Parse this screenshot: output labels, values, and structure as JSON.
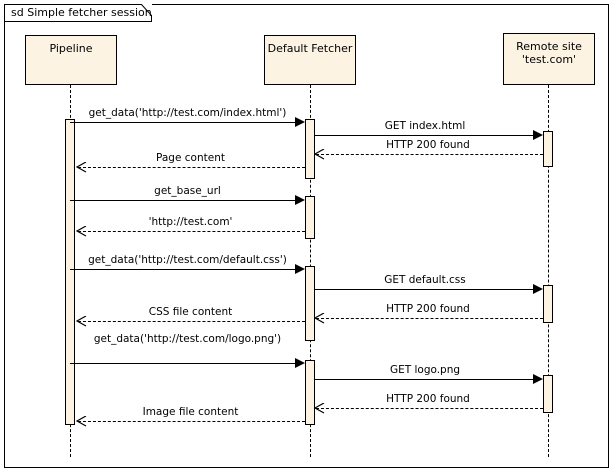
{
  "frame": {
    "label": "sd Simple fetcher session"
  },
  "participants": [
    {
      "id": "pipeline",
      "name": "Pipeline",
      "name_line2": ""
    },
    {
      "id": "fetcher",
      "name": "Default Fetcher",
      "name_line2": ""
    },
    {
      "id": "remote",
      "name": "Remote site",
      "name_line2": "'test.com'"
    }
  ],
  "messages": [
    {
      "id": "m1",
      "label": "get_data('http://test.com/index.html')",
      "kind": "call",
      "from": "pipeline",
      "to": "fetcher"
    },
    {
      "id": "m2",
      "label": "GET index.html",
      "kind": "call",
      "from": "fetcher",
      "to": "remote"
    },
    {
      "id": "m3",
      "label": "HTTP 200 found",
      "kind": "return",
      "from": "remote",
      "to": "fetcher"
    },
    {
      "id": "m4",
      "label": "Page content",
      "kind": "return",
      "from": "fetcher",
      "to": "pipeline"
    },
    {
      "id": "m5",
      "label": "get_base_url",
      "kind": "call",
      "from": "pipeline",
      "to": "fetcher"
    },
    {
      "id": "m6",
      "label": "'http://test.com'",
      "kind": "return",
      "from": "fetcher",
      "to": "pipeline"
    },
    {
      "id": "m7",
      "label": "get_data('http://test.com/default.css')",
      "kind": "call",
      "from": "pipeline",
      "to": "fetcher"
    },
    {
      "id": "m8",
      "label": "GET default.css",
      "kind": "call",
      "from": "fetcher",
      "to": "remote"
    },
    {
      "id": "m9",
      "label": "HTTP 200 found",
      "kind": "return",
      "from": "remote",
      "to": "fetcher"
    },
    {
      "id": "m10",
      "label": "CSS file content",
      "kind": "return",
      "from": "fetcher",
      "to": "pipeline"
    },
    {
      "id": "m11",
      "label": "get_data('http://test.com/logo.png')",
      "kind": "call",
      "from": "pipeline",
      "to": "fetcher"
    },
    {
      "id": "m12",
      "label": "GET logo.png",
      "kind": "call",
      "from": "fetcher",
      "to": "remote"
    },
    {
      "id": "m13",
      "label": "HTTP 200 found",
      "kind": "return",
      "from": "remote",
      "to": "fetcher"
    },
    {
      "id": "m14",
      "label": "Image file content",
      "kind": "return",
      "from": "fetcher",
      "to": "pipeline"
    }
  ],
  "colors": {
    "box_fill": "#FDF3E3",
    "line": "#000000",
    "background": "#FFFFFF"
  }
}
